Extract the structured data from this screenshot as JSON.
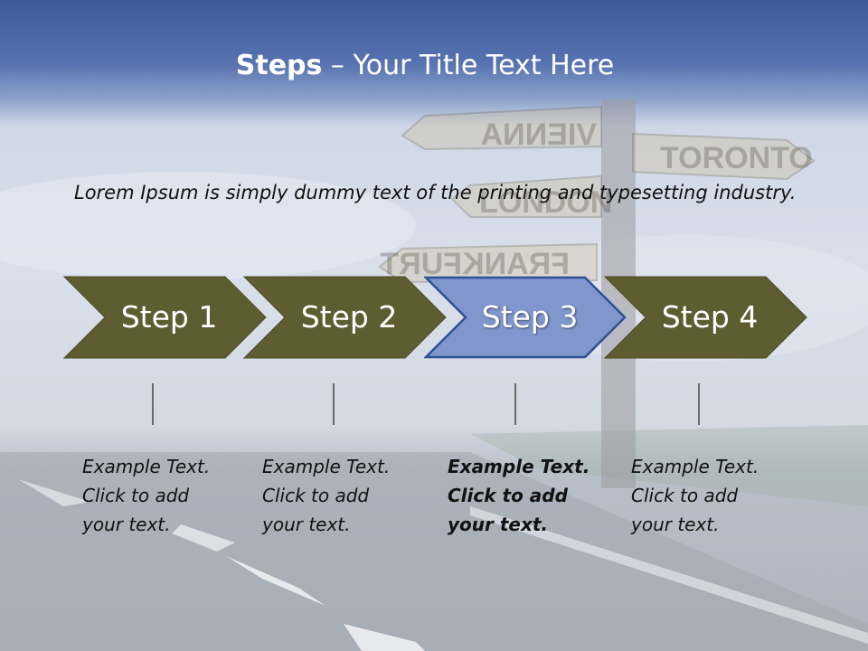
{
  "slide": {
    "title_bold": "Steps",
    "title_rest": " – Your Title Text Here",
    "intro": "Lorem Ipsum is simply dummy text of the printing and typesetting industry."
  },
  "steps": [
    {
      "label": "Step 1",
      "active": false,
      "lines": [
        "Example Text.",
        "Click  to add",
        "your text."
      ]
    },
    {
      "label": "Step 2",
      "active": false,
      "lines": [
        "Example Text.",
        "Click  to add",
        "your text."
      ]
    },
    {
      "label": "Step 3",
      "active": true,
      "lines": [
        "Example Text.",
        "Click  to add",
        "your text."
      ]
    },
    {
      "label": "Step 4",
      "active": false,
      "lines": [
        "Example Text.",
        "Click  to add",
        "your text."
      ]
    }
  ],
  "signs": [
    "VIENNA",
    "TORONTO",
    "LONDON",
    "FRANKFURT"
  ],
  "colors": {
    "chevron_fill": "#5e5d32",
    "chevron_active_fill": "#8096cc",
    "chevron_active_stroke": "#2f4f96",
    "title_band": "#3d5a9c"
  }
}
